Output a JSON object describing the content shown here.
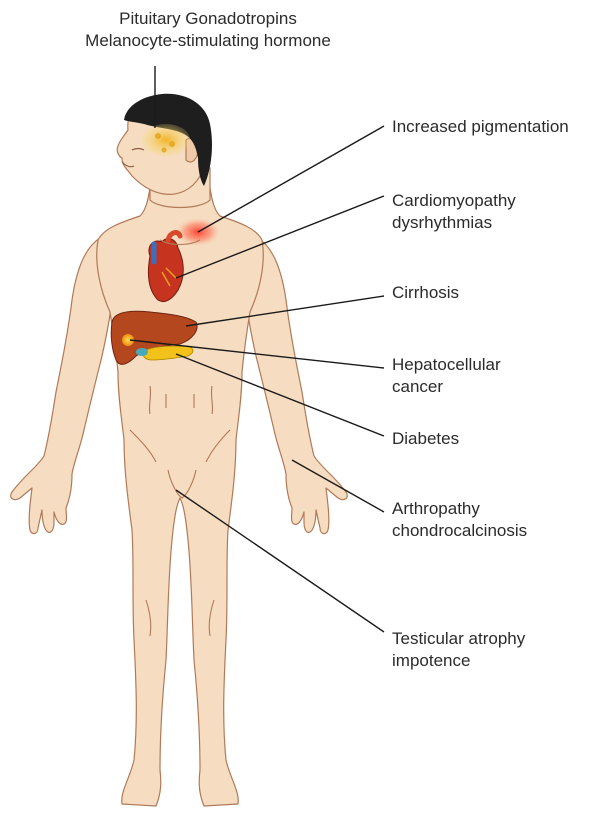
{
  "colors": {
    "skin": "#f6dcc0",
    "skin_shade": "#e7c3a0",
    "outline": "#b07a58",
    "hair": "#1e1e1e",
    "liver": "#b5471f",
    "pancreas": "#f2c21a",
    "heart": "#c6341f",
    "pigment": "#ff4a3a",
    "brain_glow": "#f3c53b",
    "leader": "#1a1a1a",
    "text": "#2b2b2b"
  },
  "top_label": {
    "line1": "Pituitary Gonadotropins",
    "line2": "Melanocyte-stimulating hormone"
  },
  "labels": [
    {
      "id": "pigmentation",
      "line1": "Increased pigmentation",
      "line2": ""
    },
    {
      "id": "cardio",
      "line1": "Cardiomyopathy",
      "line2": "dysrhythmias"
    },
    {
      "id": "cirrhosis",
      "line1": "Cirrhosis",
      "line2": ""
    },
    {
      "id": "hcc",
      "line1": "Hepatocellular",
      "line2": "cancer"
    },
    {
      "id": "diabetes",
      "line1": "Diabetes",
      "line2": ""
    },
    {
      "id": "arthro",
      "line1": "Arthropathy",
      "line2": "chondrocalcinosis"
    },
    {
      "id": "testicular",
      "line1": "Testicular atrophy",
      "line2": "impotence"
    }
  ]
}
